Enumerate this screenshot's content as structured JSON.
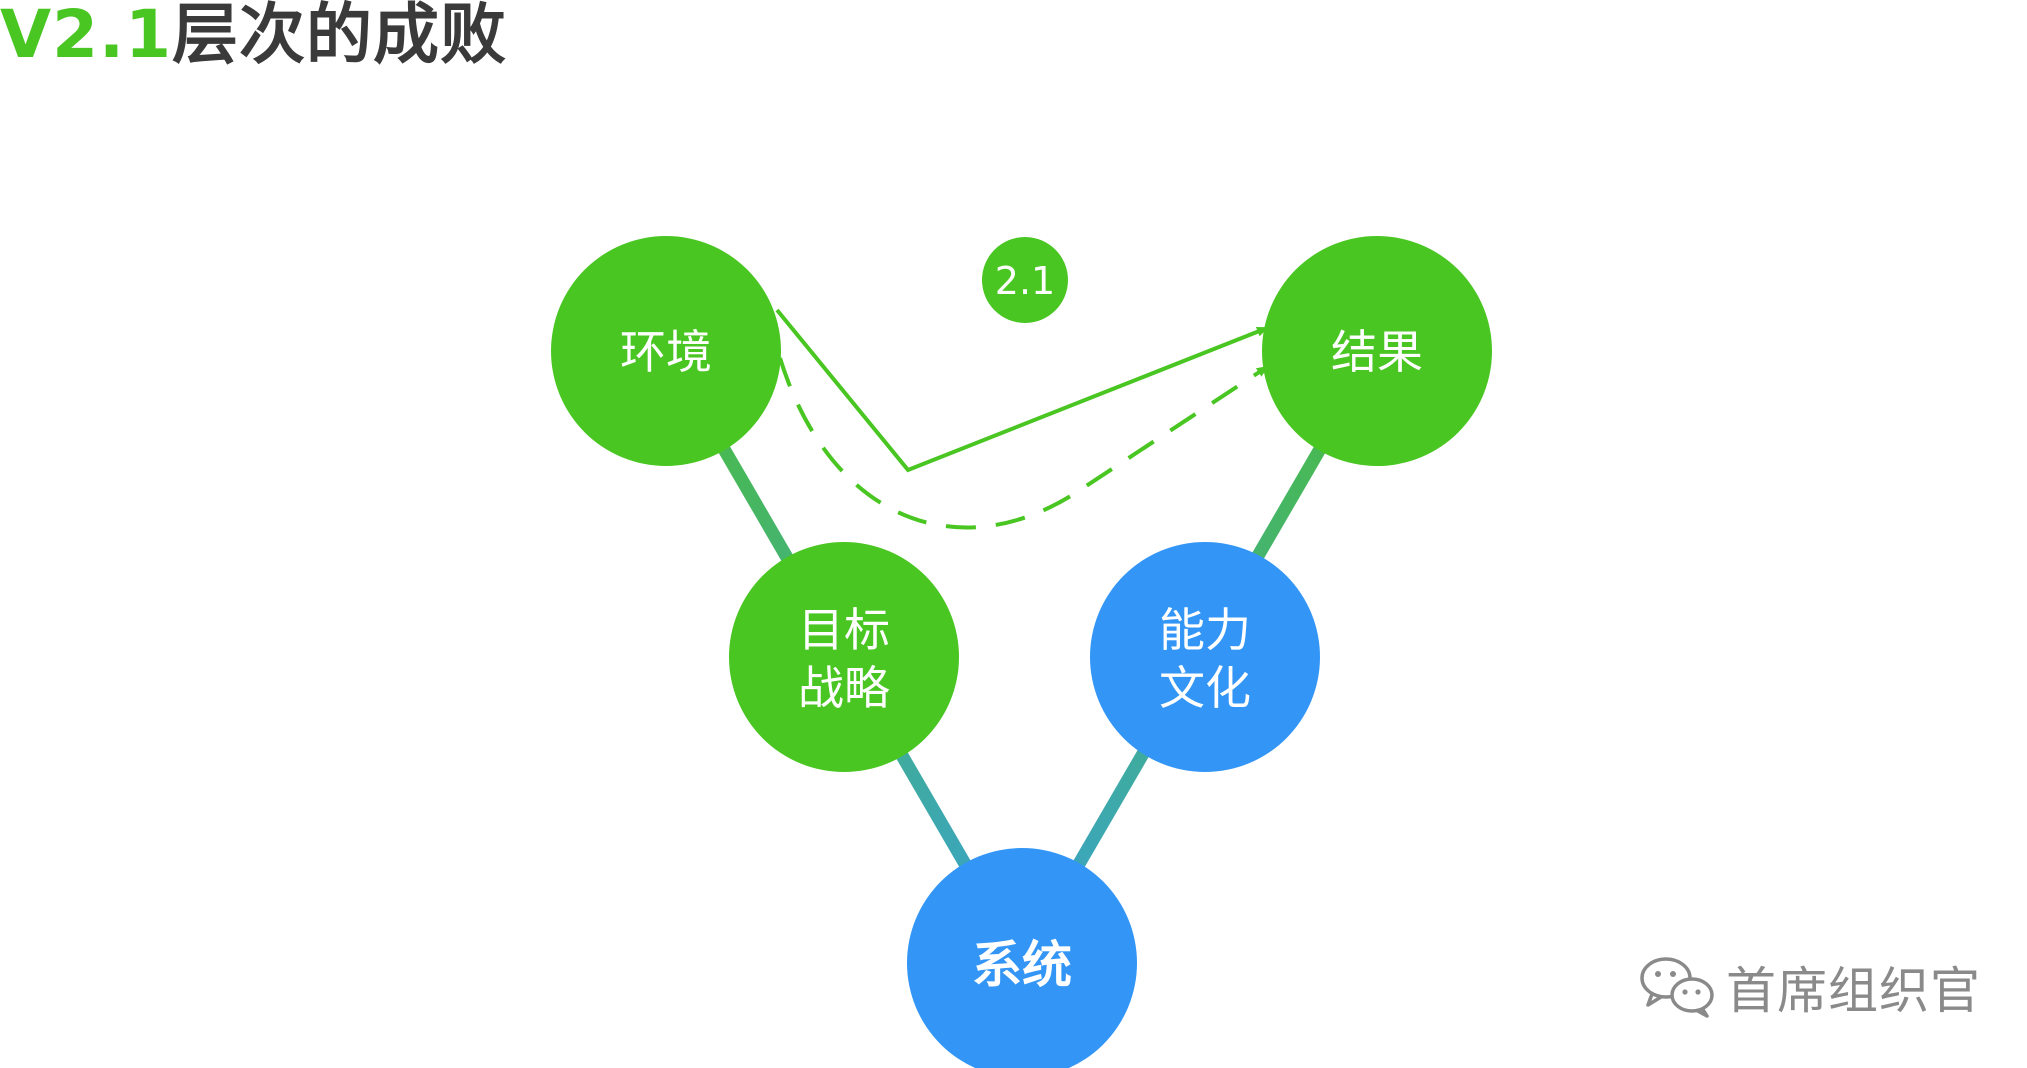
{
  "header": {
    "title_prefix": "V2.1",
    "title_main": "层次的成败"
  },
  "badge": {
    "label": "2.1"
  },
  "nodes": {
    "environment": {
      "lines": [
        "环境"
      ]
    },
    "result": {
      "lines": [
        "结果"
      ]
    },
    "goal_strategy": {
      "lines": [
        "目标",
        "战略"
      ]
    },
    "capability_culture": {
      "lines": [
        "能力",
        "文化"
      ]
    },
    "system": {
      "lines": [
        "系统"
      ]
    }
  },
  "watermark": {
    "text": "首席组织官",
    "icon": "wechat-icon"
  },
  "colors": {
    "green": "#49c622",
    "blue": "#3396f7",
    "title_dark": "#3a3a3a",
    "edge_green": "#46b85a",
    "edge_blue": "#3aa3c8",
    "watermark_gray": "#8a8a8a"
  }
}
